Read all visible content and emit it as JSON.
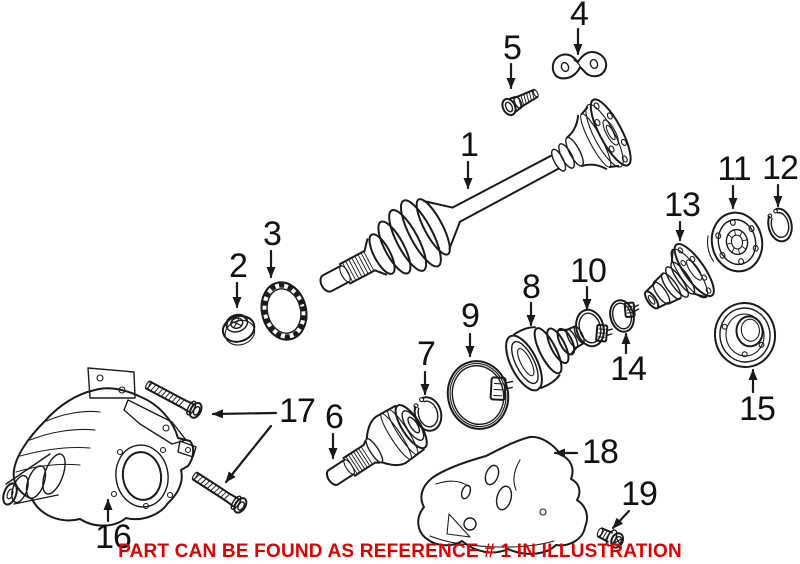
{
  "illustration": {
    "callouts": [
      {
        "num": "1"
      },
      {
        "num": "2"
      },
      {
        "num": "3"
      },
      {
        "num": "4"
      },
      {
        "num": "5"
      },
      {
        "num": "6"
      },
      {
        "num": "7"
      },
      {
        "num": "8"
      },
      {
        "num": "9"
      },
      {
        "num": "10"
      },
      {
        "num": "11"
      },
      {
        "num": "12"
      },
      {
        "num": "13"
      },
      {
        "num": "14"
      },
      {
        "num": "15"
      },
      {
        "num": "16"
      },
      {
        "num": "17"
      },
      {
        "num": "18"
      },
      {
        "num": "19"
      }
    ]
  },
  "notice": {
    "text": "PART CAN BE FOUND AS REFERENCE # 1 IN ILLUSTRATION"
  },
  "colors": {
    "line": "#1a1a1a",
    "background": "#ffffff",
    "notice_red": "#e00000",
    "label": "#111111"
  }
}
